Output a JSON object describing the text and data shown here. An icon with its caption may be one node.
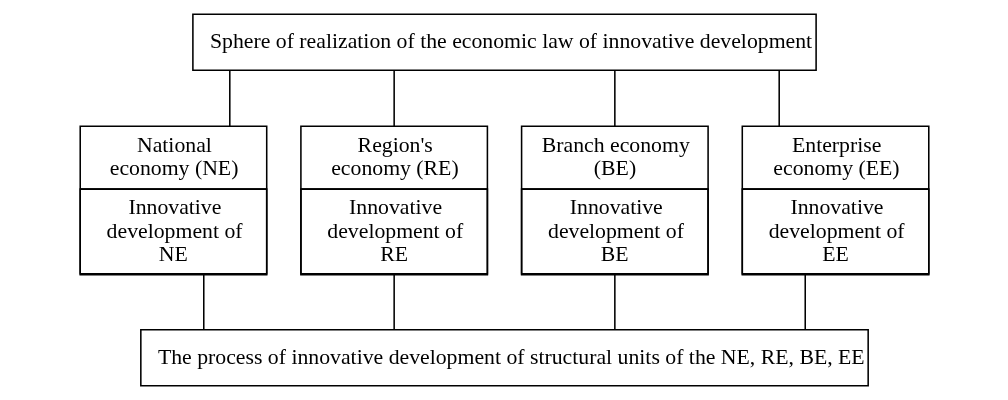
{
  "diagram": {
    "nodes": [
      {
        "text": [
          "Sphere of realization of the economic law of innovative development"
        ]
      },
      {
        "text": [
          "National economy (NE)",
          "Innovative development of NE"
        ]
      },
      {
        "text": [
          "Region's economy (RE)",
          "Innovative development of RE"
        ]
      },
      {
        "text": [
          "Branch economy (BE)",
          "Innovative development of BE"
        ]
      },
      {
        "text": [
          "Enterprise economy (EE)",
          "Innovative development of EE"
        ]
      },
      {
        "text": [
          "The process of innovative development of structural units of the NE, RE, BE, EE"
        ]
      }
    ],
    "edges": [
      {
        "from": 0,
        "to": 1,
        "arrow": "none"
      },
      {
        "from": 0,
        "to": 2,
        "arrow": "none"
      },
      {
        "from": 0,
        "to": 3,
        "arrow": "none"
      },
      {
        "from": 0,
        "to": 4,
        "arrow": "none"
      },
      {
        "from": 1,
        "to": 5,
        "arrow": "none"
      },
      {
        "from": 2,
        "to": 5,
        "arrow": "none"
      },
      {
        "from": 3,
        "to": 5,
        "arrow": "none"
      },
      {
        "from": 4,
        "to": 5,
        "arrow": "none"
      }
    ]
  }
}
